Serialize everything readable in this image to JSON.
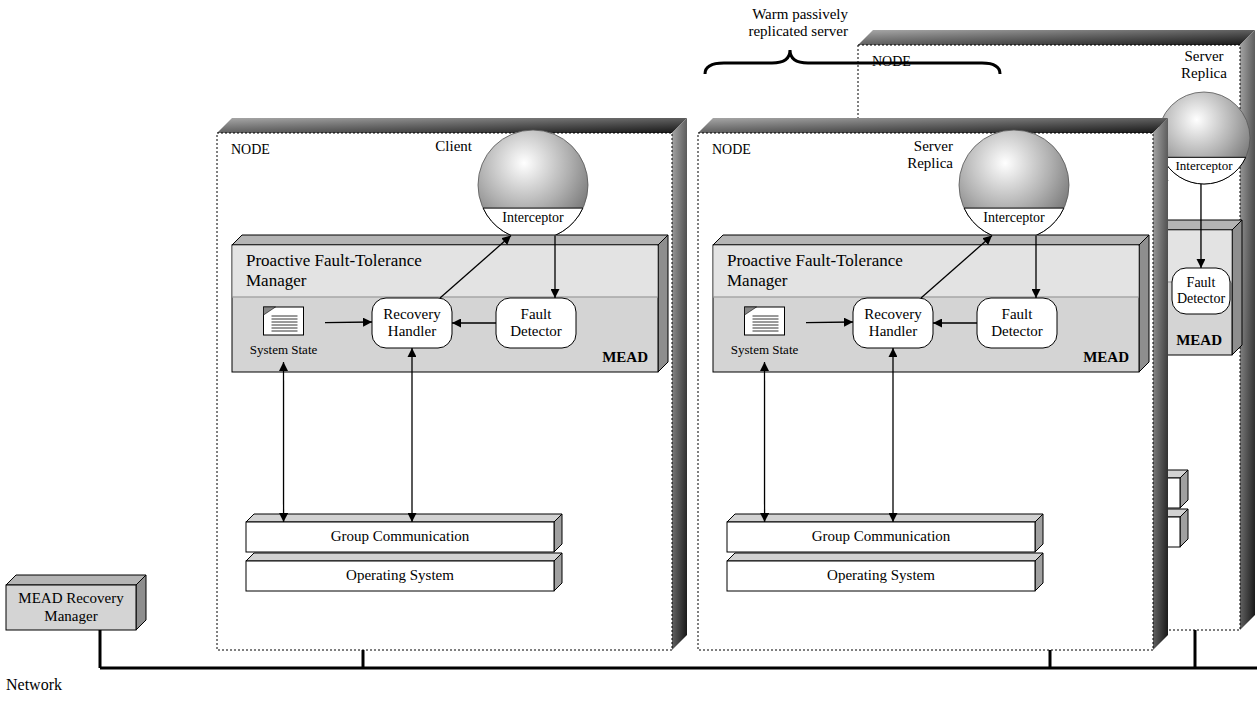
{
  "diagram": {
    "nodes": [
      {
        "text": [
          "NODE"
        ]
      },
      {
        "text": [
          "Client",
          "Interceptor"
        ],
        "in": 0
      },
      {
        "text": [
          "Proactive Fault-Tolerance Manager",
          "MEAD"
        ],
        "in": 0
      },
      {
        "text": [
          "System State"
        ],
        "in": 2
      },
      {
        "text": [
          "Recovery Handler"
        ],
        "in": 2
      },
      {
        "text": [
          "Fault Detector"
        ],
        "in": 2
      },
      {
        "text": [
          "Group Communication"
        ],
        "in": 0
      },
      {
        "text": [
          "Operating System"
        ],
        "in": 0
      },
      {
        "text": [
          "NODE"
        ]
      },
      {
        "text": [
          "Server Replica",
          "Interceptor"
        ],
        "in": 8
      },
      {
        "text": [
          "Proactive Fault-Tolerance Manager",
          "MEAD"
        ],
        "in": 8
      },
      {
        "text": [
          "System State"
        ],
        "in": 10
      },
      {
        "text": [
          "Recovery Handler"
        ],
        "in": 10
      },
      {
        "text": [
          "Fault Detector"
        ],
        "in": 10
      },
      {
        "text": [
          "Group Communication"
        ],
        "in": 8
      },
      {
        "text": [
          "Operating System"
        ],
        "in": 8
      },
      {
        "text": [
          "NODE"
        ]
      },
      {
        "text": [
          "Server Replica",
          "Interceptor"
        ],
        "in": 16
      },
      {
        "text": [
          "MEAD"
        ],
        "in": 16
      },
      {
        "text": [
          "Fault Detector"
        ],
        "in": 18
      },
      {
        "text": [
          "MEAD Recovery Manager"
        ]
      }
    ],
    "edges": [
      {
        "from": 1,
        "to": 5,
        "arrow": "to"
      },
      {
        "from": 4,
        "to": 1,
        "arrow": "to"
      },
      {
        "from": 3,
        "to": 4,
        "arrow": "to"
      },
      {
        "from": 5,
        "to": 4,
        "arrow": "to"
      },
      {
        "from": 3,
        "to": 6,
        "arrow": "both"
      },
      {
        "from": 4,
        "to": 6,
        "arrow": "both"
      },
      {
        "from": 9,
        "to": 13,
        "arrow": "to"
      },
      {
        "from": 12,
        "to": 9,
        "arrow": "to"
      },
      {
        "from": 11,
        "to": 12,
        "arrow": "to"
      },
      {
        "from": 13,
        "to": 12,
        "arrow": "to"
      },
      {
        "from": 11,
        "to": 14,
        "arrow": "both"
      },
      {
        "from": 12,
        "to": 14,
        "arrow": "both"
      },
      {
        "from": 17,
        "to": 19,
        "arrow": "to"
      }
    ],
    "labels": [
      "Warm passively replicated server",
      "Network"
    ]
  }
}
